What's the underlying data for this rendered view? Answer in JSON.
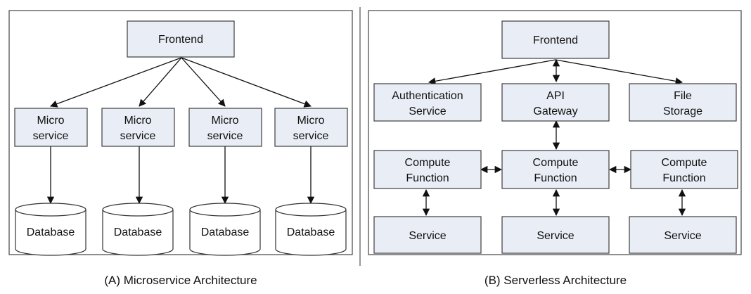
{
  "panel_a": {
    "caption": "(A) Microservice Architecture",
    "frontend": "Frontend",
    "services": [
      [
        "Micro",
        "service"
      ],
      [
        "Micro",
        "service"
      ],
      [
        "Micro",
        "service"
      ],
      [
        "Micro",
        "service"
      ]
    ],
    "databases": [
      "Database",
      "Database",
      "Database",
      "Database"
    ]
  },
  "panel_b": {
    "caption": "(B) Serverless Architecture",
    "frontend": "Frontend",
    "auth": [
      "Authentication",
      "Service"
    ],
    "gateway": [
      "API",
      "Gateway"
    ],
    "storage": [
      "File",
      "Storage"
    ],
    "compute": [
      [
        "Compute",
        "Function"
      ],
      [
        "Compute",
        "Function"
      ],
      [
        "Compute",
        "Function"
      ]
    ],
    "services": [
      "Service",
      "Service",
      "Service"
    ]
  }
}
